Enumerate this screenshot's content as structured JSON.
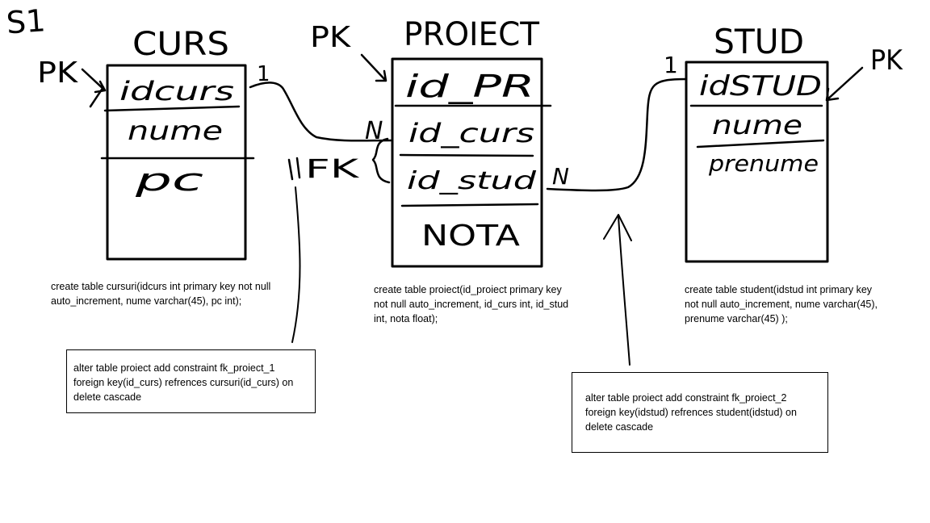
{
  "sheet_label": "S1",
  "pk_label": "PK",
  "fk_label": "FK",
  "tables": {
    "curs": {
      "title": "CURS",
      "fields": [
        "idcurs",
        "nume",
        "pc"
      ],
      "cardinality": "1"
    },
    "proiect": {
      "title": "PROIECT",
      "fields": [
        "id_PR",
        "id_curs",
        "id_stud",
        "NOTA"
      ],
      "cardinality_curs": "N",
      "cardinality_stud": "N"
    },
    "stud": {
      "title": "STUD",
      "fields": [
        "idSTUD",
        "nume",
        "prenume"
      ],
      "cardinality": "1"
    }
  },
  "sql": {
    "create_cursuri": "create table cursuri(idcurs int primary key not null auto_increment, nume varchar(45), pc int);",
    "create_proiect": "create table proiect(id_proiect primary key not null auto_increment, id_curs int, id_stud int, nota float);",
    "create_student": "create table student(idstud int primary key not null auto_increment, nume varchar(45), prenume varchar(45) );",
    "alter_fk1": "alter table proiect add constraint fk_proiect_1 foreign key(id_curs) refrences cursuri(id_curs) on delete cascade",
    "alter_fk2": "alter table proiect add constraint fk_proiect_2 foreign key(idstud) refrences student(idstud) on delete cascade"
  }
}
